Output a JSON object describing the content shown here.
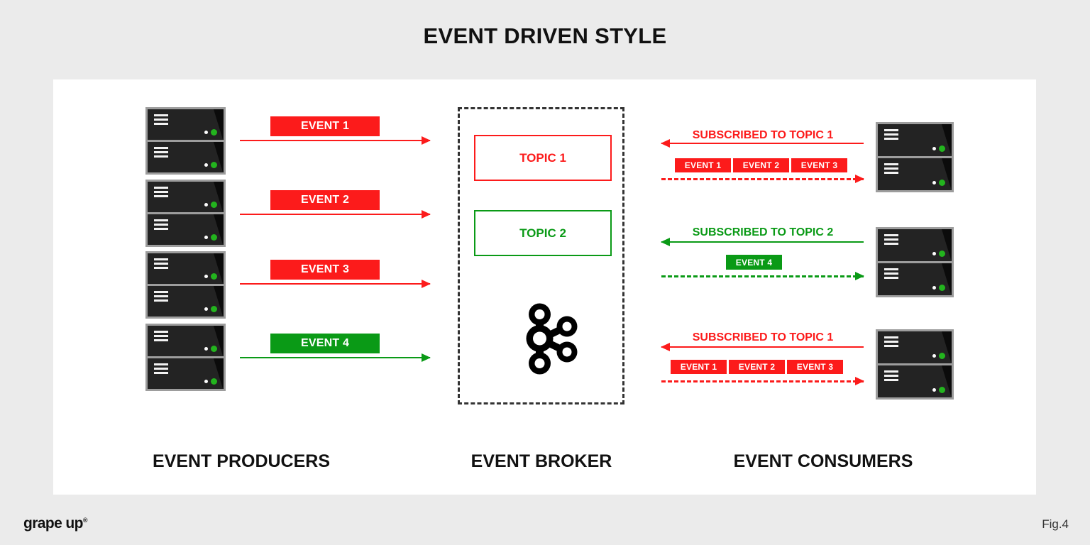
{
  "page": {
    "title": "EVENT DRIVEN STYLE",
    "brand": "grape up",
    "brand_mark": "®",
    "figure": "Fig.4",
    "bg_color": "#ebebeb",
    "canvas_color": "#ffffff"
  },
  "colors": {
    "red": "#fc1b1b",
    "green": "#0a9a16",
    "dark": "#232323",
    "rack_frame": "#9d9d9d",
    "broker_border": "#333333"
  },
  "columns": {
    "producers_label": "EVENT PRODUCERS",
    "broker_label": "EVENT BROKER",
    "consumers_label": "EVENT CONSUMERS"
  },
  "producers": [
    {
      "name": "producer-group-1",
      "event": "EVENT 1",
      "color": "red",
      "servers": 2
    },
    {
      "name": "producer-group-2",
      "event": "EVENT 2",
      "color": "red",
      "servers": 2
    },
    {
      "name": "producer-group-3",
      "event": "EVENT 3",
      "color": "red",
      "servers": 2
    },
    {
      "name": "producer-group-4",
      "event": "EVENT 4",
      "color": "green",
      "servers": 2
    }
  ],
  "broker": {
    "icon": "kafka-logo-icon",
    "topics": [
      {
        "label": "TOPIC 1",
        "color": "red"
      },
      {
        "label": "TOPIC 2",
        "color": "green"
      }
    ]
  },
  "consumers": [
    {
      "name": "consumer-group-1",
      "subscription": "SUBSCRIBED TO TOPIC 1",
      "color": "red",
      "events": [
        "EVENT 1",
        "EVENT 2",
        "EVENT 3"
      ],
      "servers": 2
    },
    {
      "name": "consumer-group-2",
      "subscription": "SUBSCRIBED TO TOPIC 2",
      "color": "green",
      "events": [
        "EVENT 4"
      ],
      "servers": 2
    },
    {
      "name": "consumer-group-3",
      "subscription": "SUBSCRIBED TO TOPIC 1",
      "color": "red",
      "events": [
        "EVENT 1",
        "EVENT 2",
        "EVENT 3"
      ],
      "servers": 2
    }
  ]
}
